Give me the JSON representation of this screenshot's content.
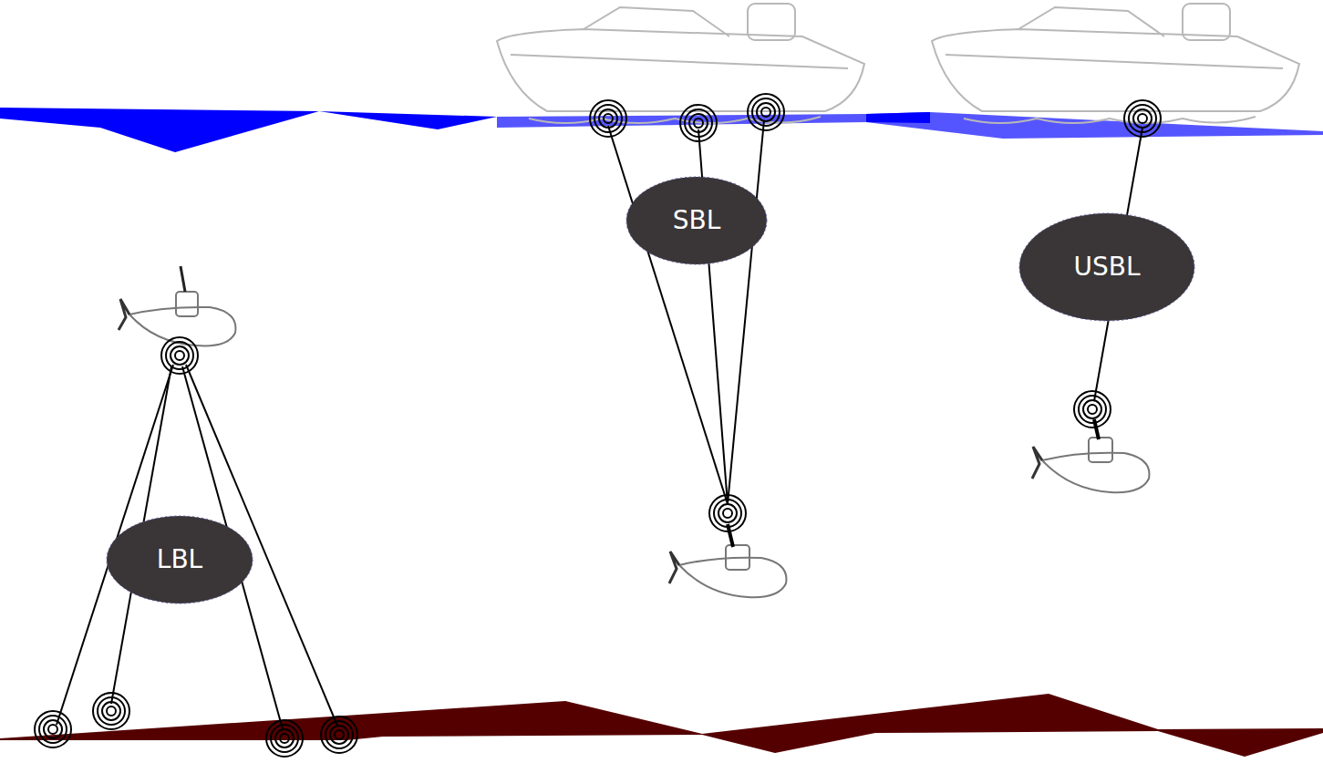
{
  "diagram": {
    "nodes": [
      {
        "text": [
          "SBL"
        ]
      },
      {
        "text": [
          "USBL"
        ]
      },
      {
        "text": [
          "LBL"
        ]
      }
    ]
  }
}
